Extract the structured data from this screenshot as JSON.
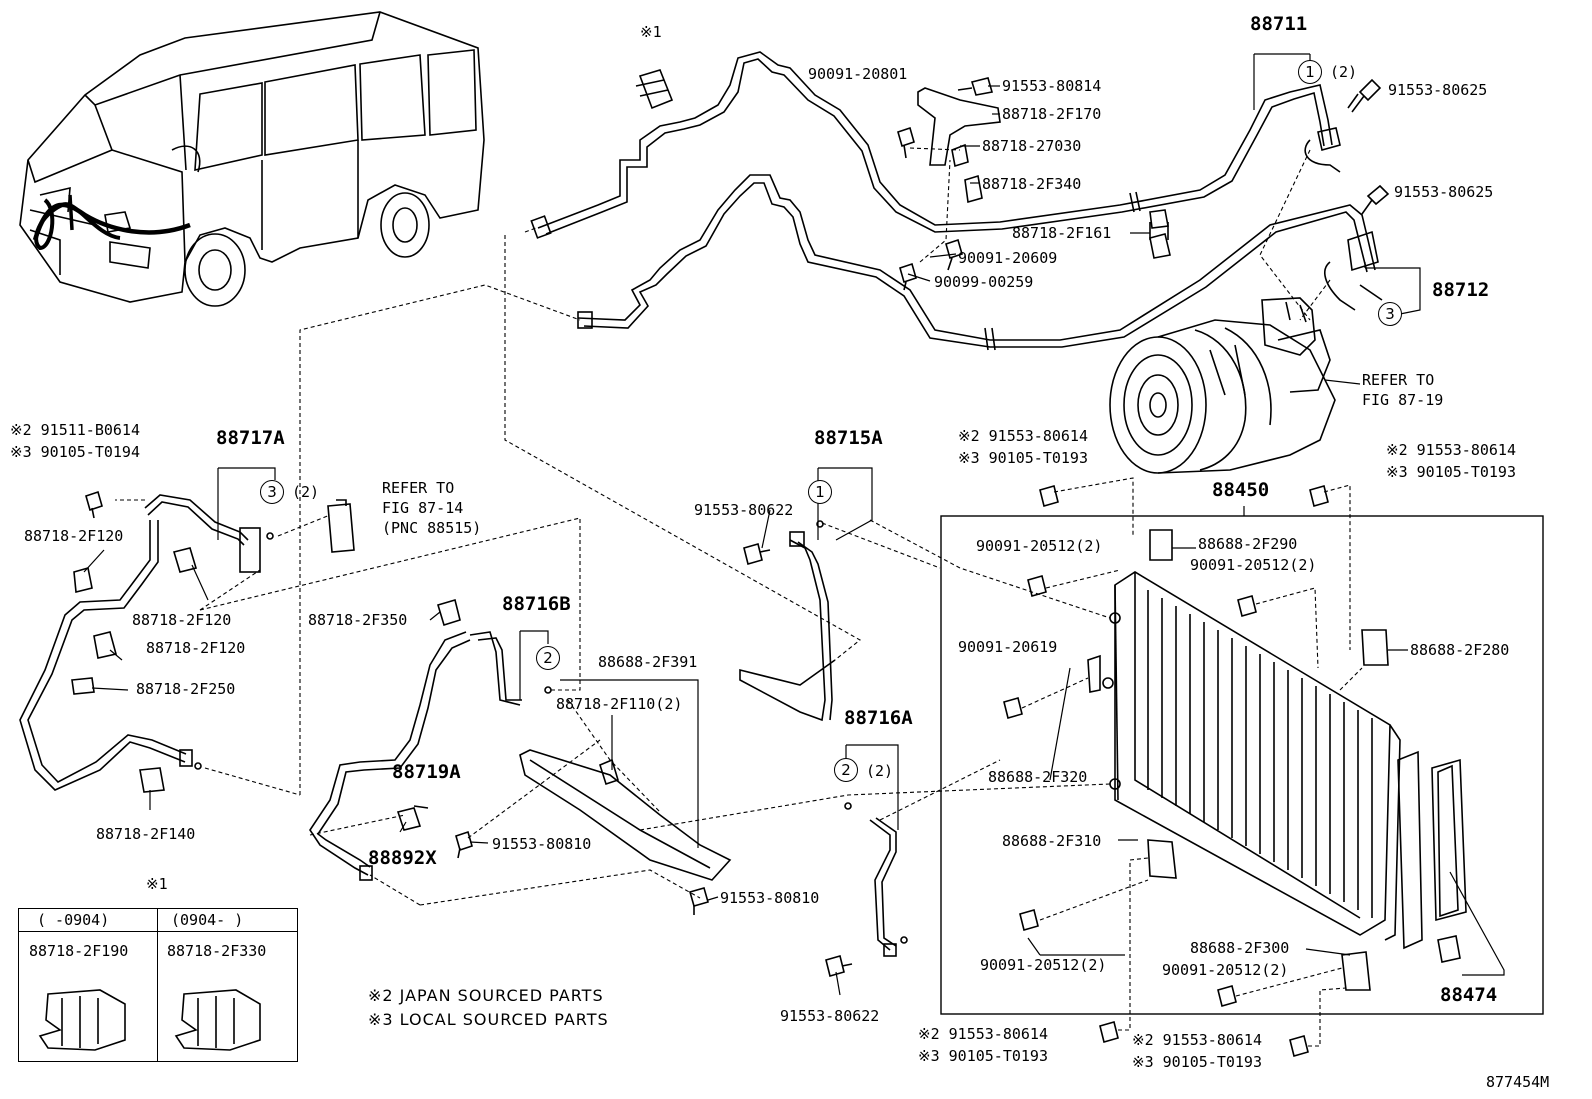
{
  "diagram": {
    "figure_id": "877454M",
    "notes": [
      "※2 JAPAN SOURCED PARTS",
      "※3 LOCAL SOURCED PARTS"
    ],
    "table": {
      "title": "※1",
      "col1_header": "(    -0904)",
      "col2_header": "(0904-     )",
      "col1_part": "88718-2F190",
      "col2_part": "88718-2F330"
    },
    "labels": {
      "p_s1_top": "※1",
      "p_90091_20801": "90091-20801",
      "p_91553_80814": "91553-80814",
      "p_88718_2F170": "88718-2F170",
      "p_88718_27030": "88718-27030",
      "p_88718_2F340": "88718-2F340",
      "p_88718_2F161": "88718-2F161",
      "p_90091_20609": "90091-20609",
      "p_90099_00259": "90099-00259",
      "p_88711": "88711",
      "p_c1_top_sub": "(2)",
      "p_91553_80625_a": "91553-80625",
      "p_91553_80625_b": "91553-80625",
      "p_88712": "88712",
      "p_refer_87_19_a": "REFER TO",
      "p_refer_87_19_b": "FIG 87-19",
      "p_left_s2": "※2 91511-B0614",
      "p_left_s3": "※3 90105-T0194",
      "p_88717A": "88717A",
      "p_c3_left_sub": "(2)",
      "p_refer_87_14_a": "REFER TO",
      "p_refer_87_14_b": "FIG 87-14",
      "p_refer_87_14_c": "(PNC 88515)",
      "p_88718_2F120_a": "88718-2F120",
      "p_88718_2F120_b": "88718-2F120",
      "p_88718_2F120_c": "88718-2F120",
      "p_88718_2F250": "88718-2F250",
      "p_88718_2F140": "88718-2F140",
      "p_88718_2F350": "88718-2F350",
      "p_88716B": "88716B",
      "p_88688_2F391": "88688-2F391",
      "p_88718_2F110": "88718-2F110(2)",
      "p_88719A": "88719A",
      "p_91553_80810_a": "91553-80810",
      "p_88892X": "88892X",
      "p_91553_80810_b": "91553-80810",
      "p_88715A": "88715A",
      "p_91553_80622_a": "91553-80622",
      "p_88716A": "88716A",
      "p_c2_right_sub": "(2)",
      "p_91553_80622_b": "91553-80622",
      "p_cond_s2_a": "※2 91553-80614",
      "p_cond_s3_a": "※3 90105-T0193",
      "p_88450": "88450",
      "p_right_s2": "※2 91553-80614",
      "p_right_s3": "※3 90105-T0193",
      "p_90091_20512_a": "90091-20512(2)",
      "p_88688_2F290": "88688-2F290",
      "p_90091_20512_b": "90091-20512(2)",
      "p_90091_20619": "90091-20619",
      "p_88688_2F280": "88688-2F280",
      "p_88688_2F320": "88688-2F320",
      "p_88688_2F310": "88688-2F310",
      "p_90091_20512_c": "90091-20512(2)",
      "p_88688_2F300": "88688-2F300",
      "p_90091_20512_d": "90091-20512(2)",
      "p_88474": "88474",
      "p_bot_s2_a": "※2 91553-80614",
      "p_bot_s3_a": "※3 90105-T0193",
      "p_bot_s2_b": "※2 91553-80614",
      "p_bot_s3_b": "※3 90105-T0193"
    },
    "callouts": {
      "c1_top": "1",
      "c3_right": "3",
      "c3_left": "3",
      "c1_mid": "1",
      "c2_mid": "2",
      "c2_right": "2"
    }
  }
}
